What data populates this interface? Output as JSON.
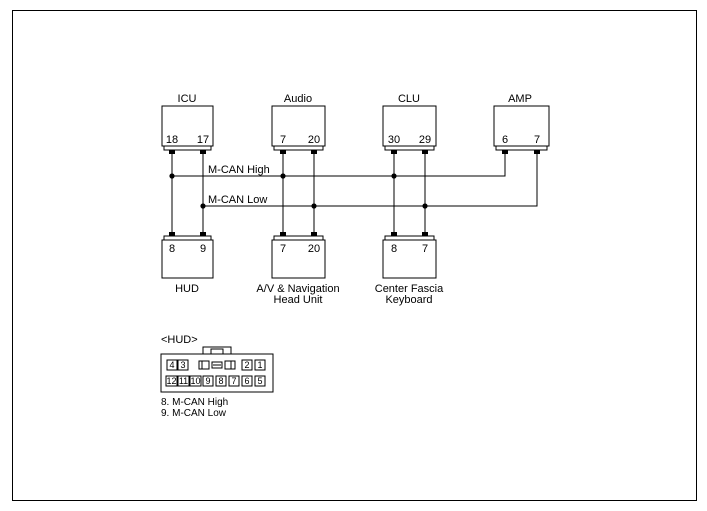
{
  "modules_top": [
    {
      "name": "ICU",
      "pins": [
        "18",
        "17"
      ]
    },
    {
      "name": "Audio",
      "pins": [
        "7",
        "20"
      ]
    },
    {
      "name": "CLU",
      "pins": [
        "30",
        "29"
      ]
    },
    {
      "name": "AMP",
      "pins": [
        "6",
        "7"
      ]
    }
  ],
  "modules_bottom": [
    {
      "name_lines": [
        "HUD"
      ],
      "pins": [
        "8",
        "9"
      ]
    },
    {
      "name_lines": [
        "A/V & Navigation",
        "Head Unit"
      ],
      "pins": [
        "7",
        "20"
      ]
    },
    {
      "name_lines": [
        "Center Fascia",
        "Keyboard"
      ],
      "pins": [
        "8",
        "7"
      ]
    }
  ],
  "buses": {
    "high": "M-CAN High",
    "low": "M-CAN Low"
  },
  "connector": {
    "title": "<HUD>",
    "top_row_left": [
      "4",
      "3"
    ],
    "top_row_right": [
      "2",
      "1"
    ],
    "bottom_row": [
      "12",
      "11",
      "10",
      "9",
      "8",
      "7",
      "6",
      "5"
    ]
  },
  "pin_notes": [
    "8. M-CAN High",
    "9. M-CAN Low"
  ]
}
